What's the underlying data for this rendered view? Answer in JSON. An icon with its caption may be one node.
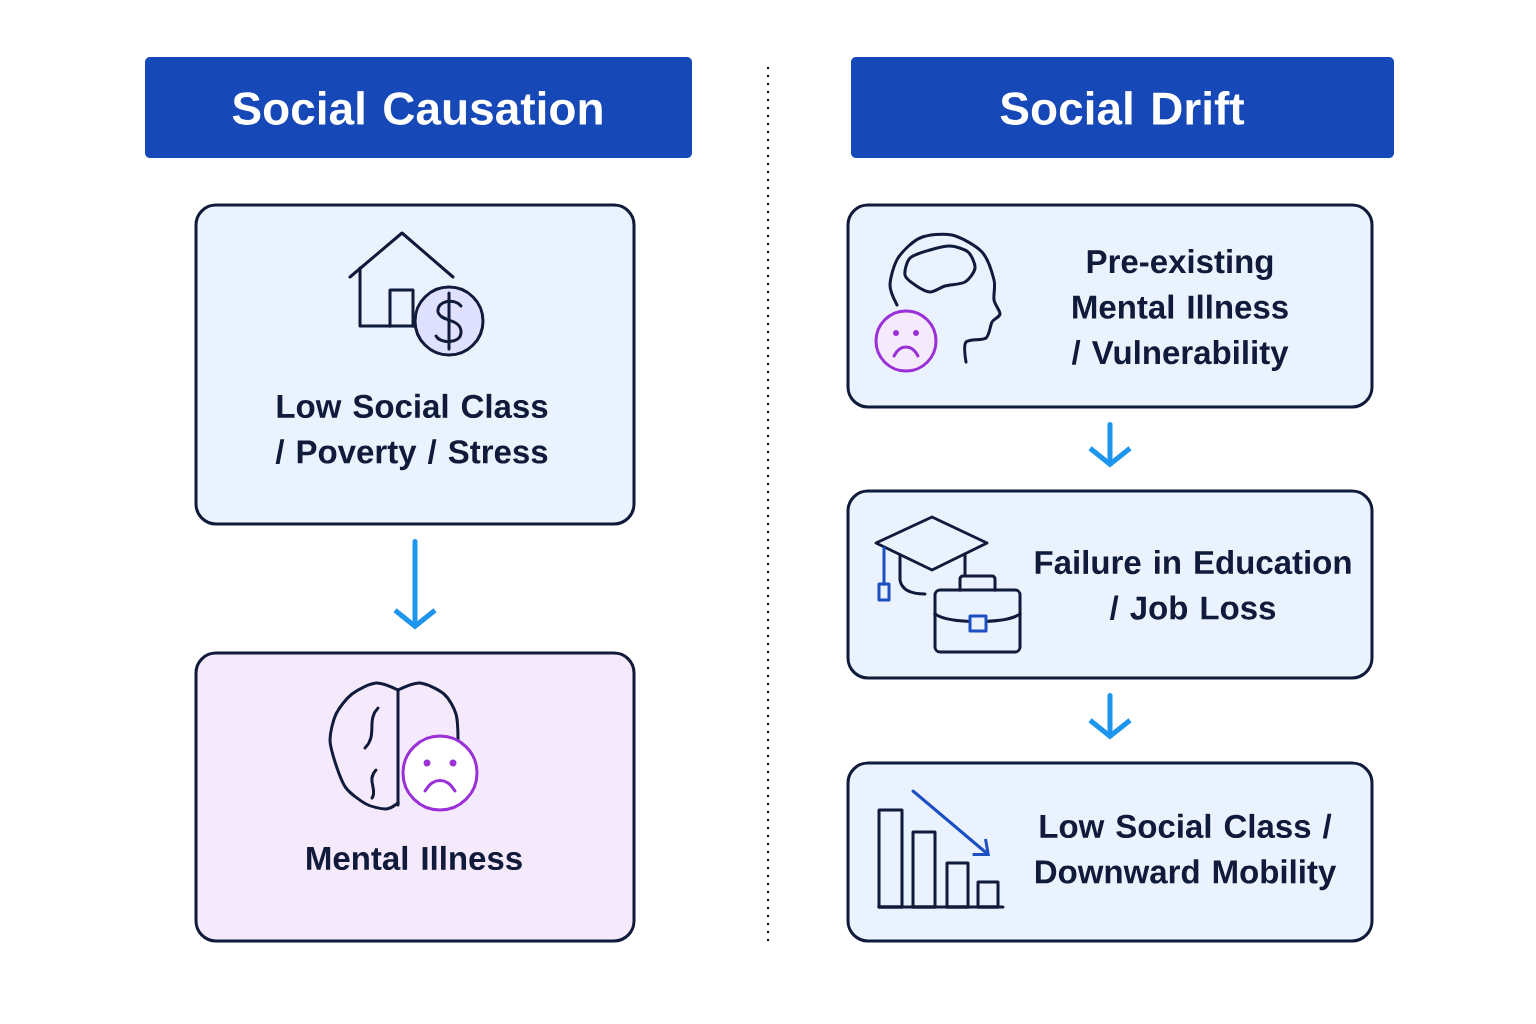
{
  "diagram": {
    "nodes": [
      {
        "text": [
          "Social Causation"
        ]
      },
      {
        "text": [
          "Low Social Class / Poverty / Stress"
        ]
      },
      {
        "text": [
          "Mental Illness"
        ]
      },
      {
        "text": [
          "Social Drift"
        ]
      },
      {
        "text": [
          "Pre-existing Mental Illness / Vulnerability"
        ]
      },
      {
        "text": [
          "Failure in Education / Job Loss"
        ]
      },
      {
        "text": [
          "Low Social Class / Downward Mobility"
        ]
      }
    ],
    "edges": [
      {
        "from": 1,
        "to": 2,
        "arrow": "to"
      },
      {
        "from": 4,
        "to": 5,
        "arrow": "to"
      },
      {
        "from": 5,
        "to": 6,
        "arrow": "to"
      }
    ]
  }
}
